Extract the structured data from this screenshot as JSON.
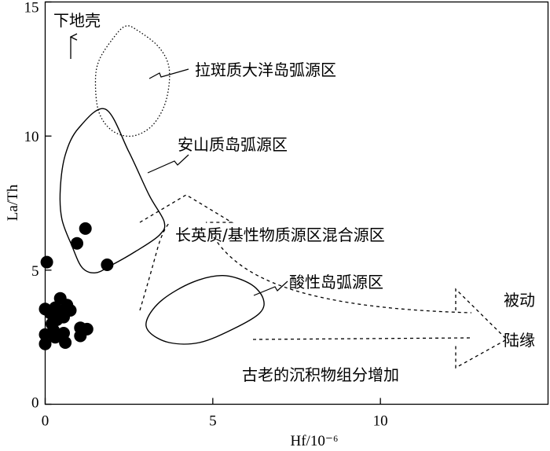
{
  "chart_data": {
    "type": "scatter",
    "title": "",
    "xlabel": "Hf/10⁻⁶",
    "ylabel": "La/Th",
    "xlim": [
      0,
      15
    ],
    "ylim": [
      0,
      15
    ],
    "x_ticks": [
      "0",
      "5",
      "10"
    ],
    "y_ticks": [
      "0",
      "5",
      "10",
      "15"
    ],
    "grid": false,
    "legend": "none",
    "series": [
      {
        "points": [
          {
            "x": 0.05,
            "y": 5.3
          },
          {
            "x": 1.2,
            "y": 6.55
          },
          {
            "x": 0.95,
            "y": 6.0
          },
          {
            "x": 1.85,
            "y": 5.2
          },
          {
            "x": 0.0,
            "y": 3.55
          },
          {
            "x": 0.15,
            "y": 3.4
          },
          {
            "x": 0.3,
            "y": 3.6
          },
          {
            "x": 0.45,
            "y": 3.95
          },
          {
            "x": 0.65,
            "y": 3.7
          },
          {
            "x": 0.35,
            "y": 3.15
          },
          {
            "x": 0.55,
            "y": 3.25
          },
          {
            "x": 0.2,
            "y": 3.0
          },
          {
            "x": 0.75,
            "y": 3.5
          },
          {
            "x": 0.45,
            "y": 3.45
          },
          {
            "x": 0.0,
            "y": 2.6
          },
          {
            "x": 0.3,
            "y": 2.5
          },
          {
            "x": 0.55,
            "y": 2.65
          },
          {
            "x": 0.0,
            "y": 2.25
          },
          {
            "x": 0.6,
            "y": 2.3
          },
          {
            "x": 1.05,
            "y": 2.85
          },
          {
            "x": 1.25,
            "y": 2.8
          },
          {
            "x": 1.05,
            "y": 2.55
          },
          {
            "x": 0.25,
            "y": 2.75
          }
        ]
      }
    ],
    "regions": [
      {
        "label": "拉斑质大洋岛弧源区",
        "style": "dotted",
        "outline": [
          [
            1.5,
            12.0
          ],
          [
            1.6,
            12.8
          ],
          [
            2.0,
            13.6
          ],
          [
            2.4,
            14.1
          ],
          [
            2.8,
            13.9
          ],
          [
            3.4,
            13.3
          ],
          [
            3.7,
            12.5
          ],
          [
            3.6,
            11.3
          ],
          [
            3.2,
            10.4
          ],
          [
            2.6,
            10.0
          ],
          [
            2.0,
            10.2
          ],
          [
            1.6,
            10.9
          ]
        ]
      },
      {
        "label": "安山质岛弧源区",
        "style": "solid",
        "outline": [
          [
            1.8,
            11.0
          ],
          [
            1.0,
            10.3
          ],
          [
            0.6,
            9.3
          ],
          [
            0.45,
            8.0
          ],
          [
            0.5,
            6.9
          ],
          [
            0.8,
            5.9
          ],
          [
            1.1,
            5.1
          ],
          [
            1.5,
            4.9
          ],
          [
            2.0,
            5.2
          ],
          [
            2.7,
            5.7
          ],
          [
            3.4,
            6.3
          ],
          [
            3.55,
            6.8
          ],
          [
            3.1,
            7.8
          ],
          [
            2.5,
            9.4
          ]
        ]
      },
      {
        "label": "酸性岛弧源区",
        "style": "solid",
        "outline": [
          [
            3.1,
            2.7
          ],
          [
            3.7,
            2.3
          ],
          [
            4.6,
            2.3
          ],
          [
            5.6,
            2.8
          ],
          [
            6.4,
            3.4
          ],
          [
            6.5,
            3.95
          ],
          [
            6.1,
            4.5
          ],
          [
            5.3,
            4.8
          ],
          [
            4.4,
            4.55
          ],
          [
            3.5,
            3.9
          ],
          [
            3.05,
            3.2
          ]
        ]
      }
    ],
    "annotations": [
      "下地壳",
      "长英质/基性物质源区混合源区",
      "古老的沉积物组分增加",
      "被动",
      "陆缘"
    ]
  }
}
